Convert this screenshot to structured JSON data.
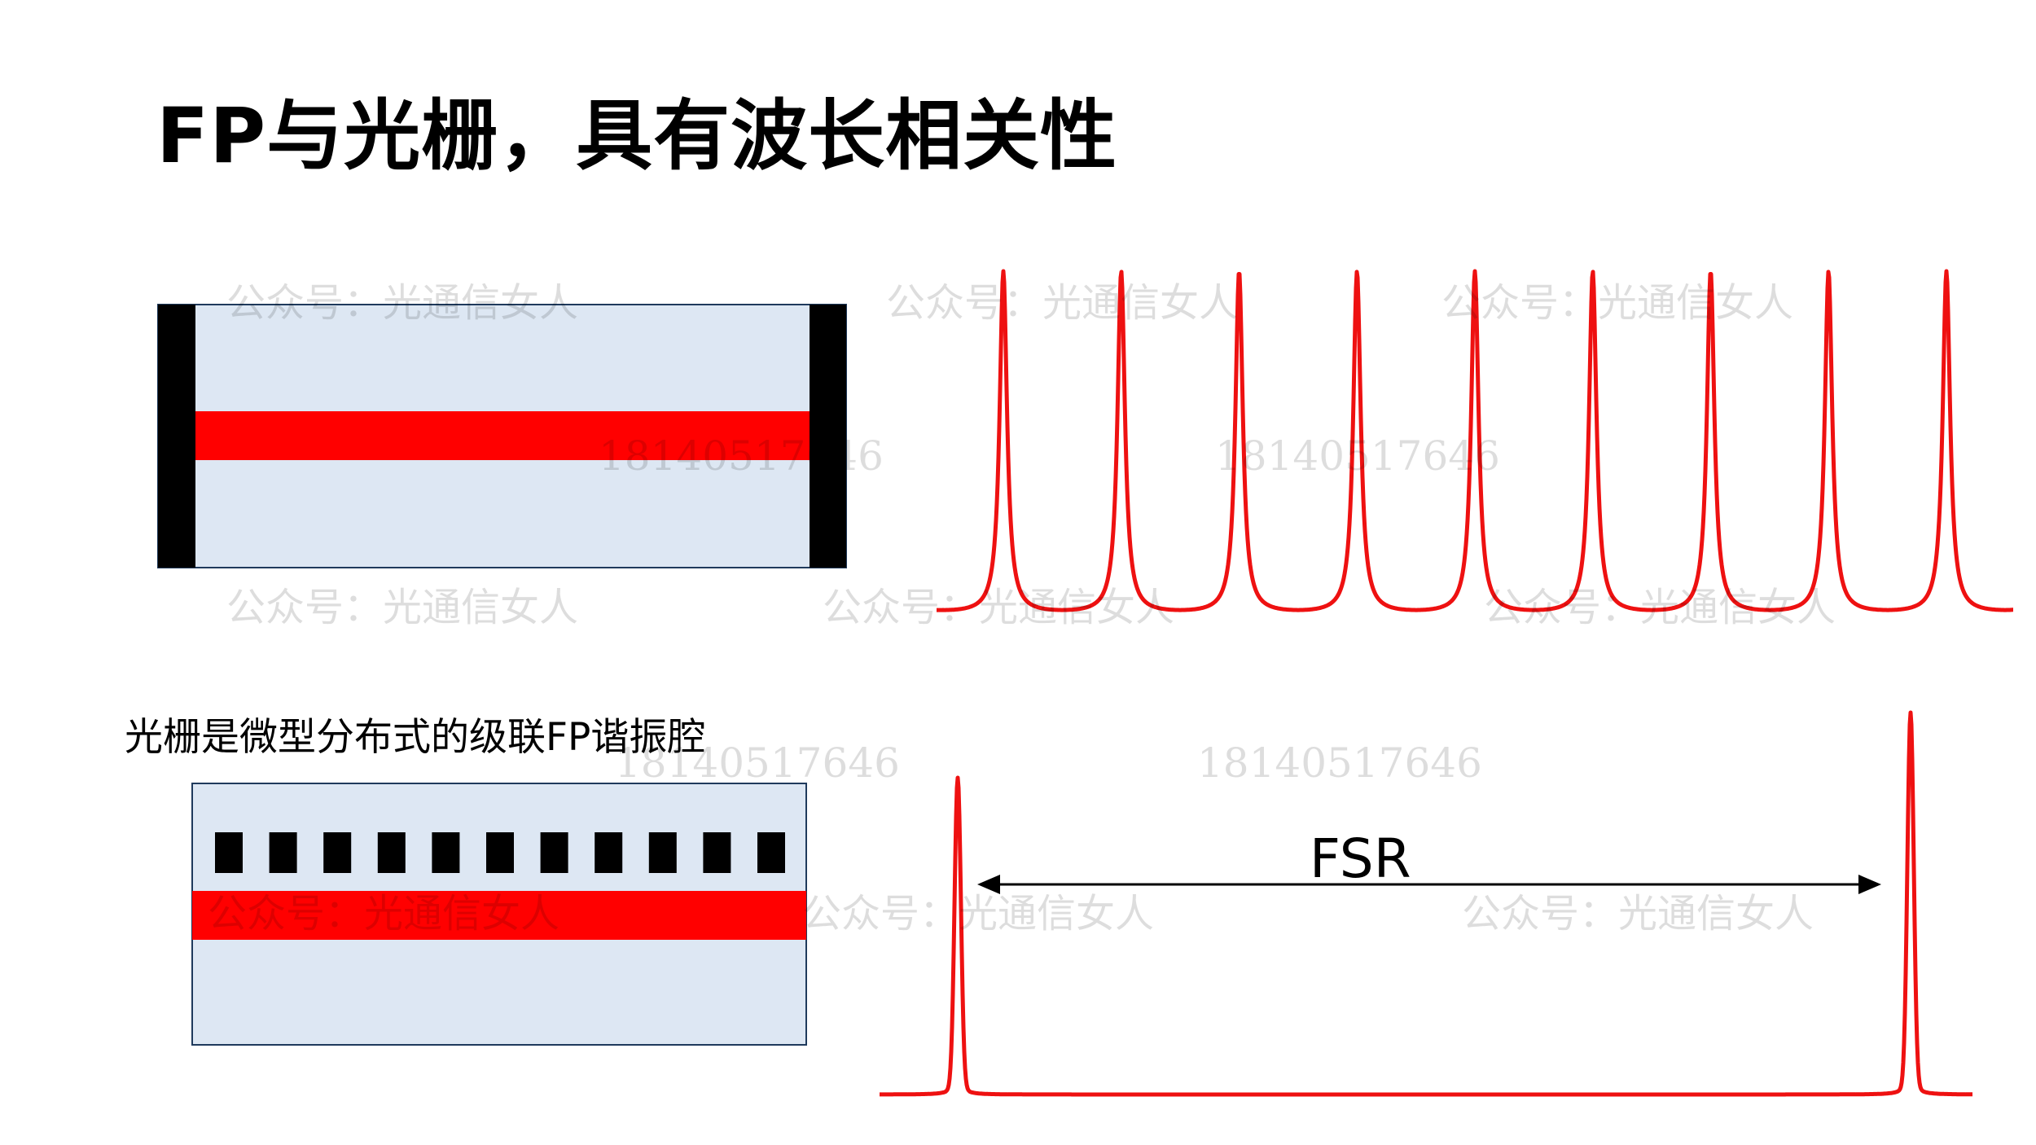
{
  "slide": {
    "title": "FP与光栅，具有波长相关性",
    "caption": "光栅是微型分布式的级联FP谐振腔",
    "fsr_label": "FSR"
  },
  "colors": {
    "waveguide": "#ff0000",
    "cladding": "#dde7f3",
    "mirror": "#000000",
    "spectrum_line": "#ee1111",
    "arrow": "#000000"
  },
  "fp_diagram": {
    "mirrors": [
      "left",
      "right"
    ]
  },
  "grating_diagram": {
    "grating_teeth_count": 11
  },
  "spectra": {
    "fp_peaks_count": 9,
    "grating_peaks_count": 2
  },
  "watermarks": {
    "account": "公众号：光通信女人",
    "phone": "18140517646"
  }
}
